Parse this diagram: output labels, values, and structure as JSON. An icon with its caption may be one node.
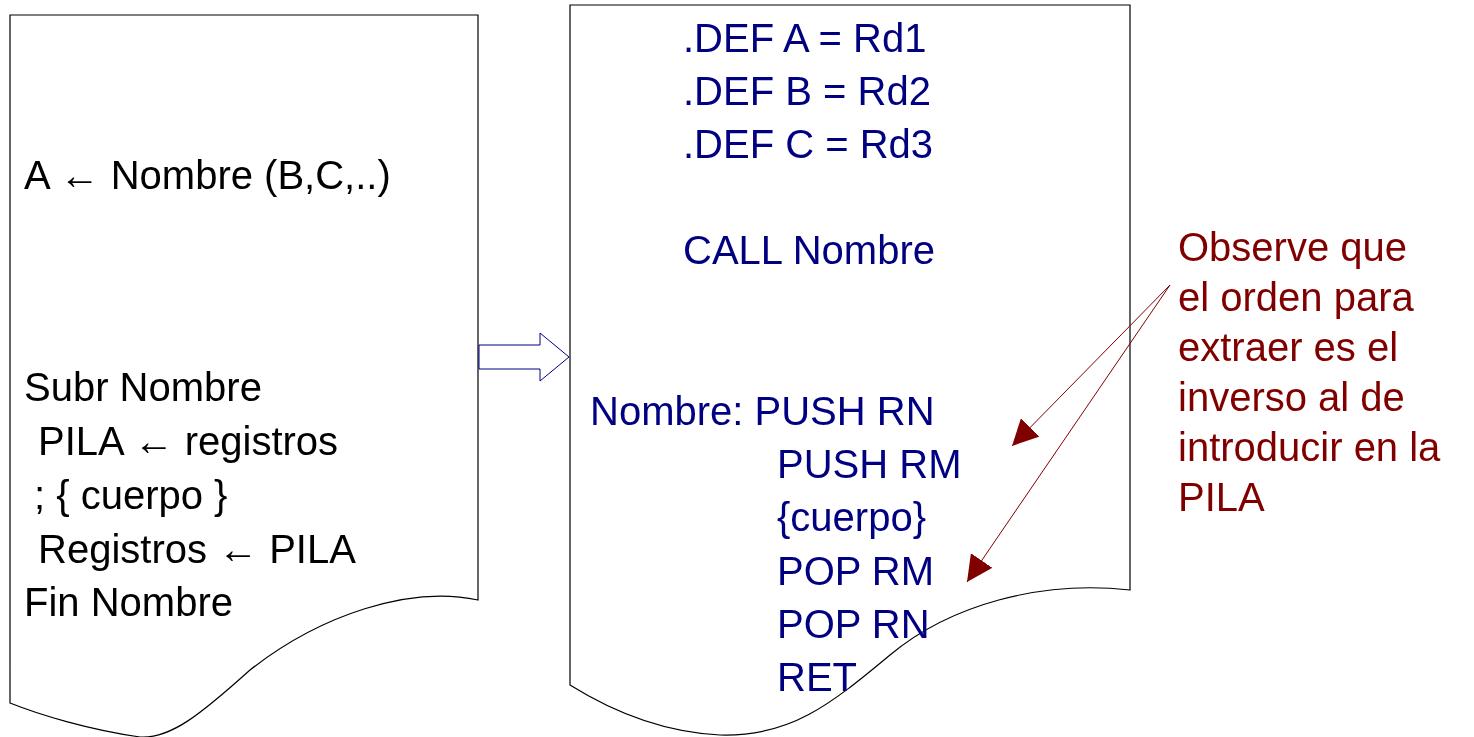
{
  "diagram": {
    "nodes": [
      {
        "text": [
          "A ← Nombre (B,C,..)",
          "Subr Nombre",
          "PILA ← registros",
          ";  { cuerpo }",
          "Registros ← PILA",
          "Fin Nombre"
        ]
      },
      {
        "text": [
          ".DEF A = Rd1",
          ".DEF B = Rd2",
          ".DEF C = Rd3",
          "CALL Nombre",
          "Nombre: PUSH RN",
          "PUSH RM",
          "{cuerpo}",
          "POP RM",
          "POP RN",
          "RET"
        ]
      },
      {
        "text": [
          "Observe que el orden para extraer es el inverso al de introducir en la PILA"
        ]
      }
    ],
    "edges": [
      {
        "from": 0,
        "to": 1,
        "arrow": "to",
        "color": "#000080"
      },
      {
        "from": 2,
        "to": 1,
        "arrow": "to",
        "color": "#800000"
      },
      {
        "from": 2,
        "to": 1,
        "arrow": "to",
        "color": "#800000"
      }
    ]
  }
}
